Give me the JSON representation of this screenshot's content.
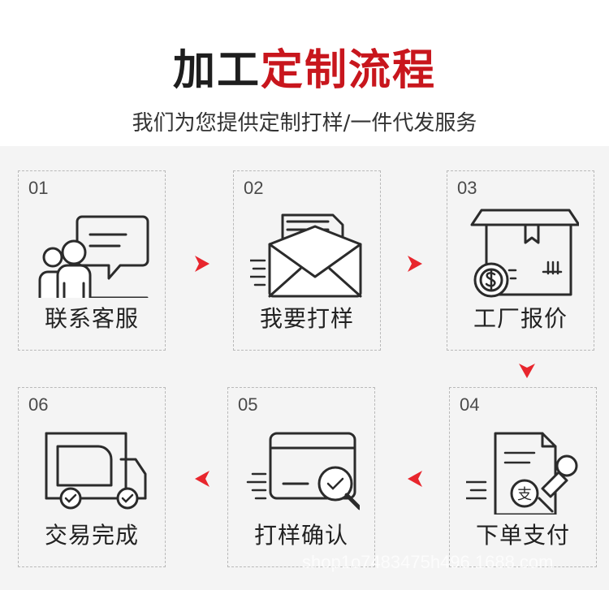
{
  "header": {
    "title_black": "加工",
    "title_red": "定制流程",
    "subtitle": "我们为您提供定制打样/一件代发服务"
  },
  "colors": {
    "accent_red": "#c8161d",
    "arrow_red": "#e8262d",
    "panel_bg": "#f4f4f4"
  },
  "steps": [
    {
      "num": "01",
      "label": "联系客服",
      "icon": "customer-service-icon"
    },
    {
      "num": "02",
      "label": "我要打样",
      "icon": "envelope-icon"
    },
    {
      "num": "03",
      "label": "工厂报价",
      "icon": "box-price-icon"
    },
    {
      "num": "04",
      "label": "下单支付",
      "icon": "payment-stamp-icon"
    },
    {
      "num": "05",
      "label": "打样确认",
      "icon": "card-check-icon"
    },
    {
      "num": "06",
      "label": "交易完成",
      "icon": "delivery-truck-icon"
    }
  ],
  "watermark": "shop1o7483475h496.1688.com"
}
